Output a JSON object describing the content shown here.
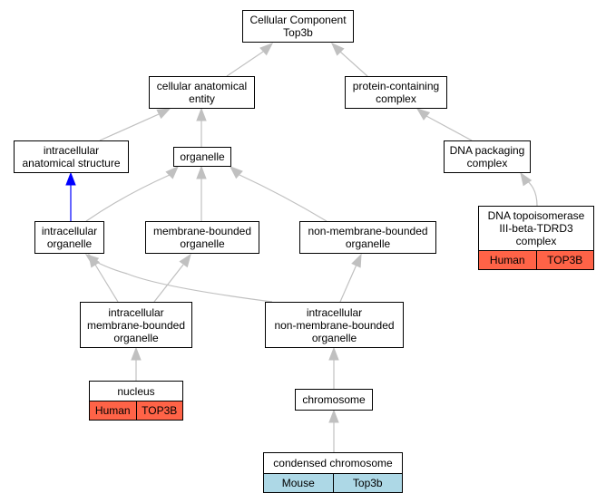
{
  "colors": {
    "edge": "#c0c0c0",
    "highlight_edge": "#0000ff",
    "human": "#ff6347",
    "mouse": "#add8e6"
  },
  "nodes": {
    "cellular_component": {
      "lines": [
        "Cellular Component",
        "Top3b"
      ]
    },
    "cellular_anatomical_entity": {
      "lines": [
        "cellular anatomical",
        "entity"
      ]
    },
    "protein_containing_complex": {
      "lines": [
        "protein-containing",
        "complex"
      ]
    },
    "intracellular_anatomical_structure": {
      "lines": [
        "intracellular",
        "anatomical structure"
      ]
    },
    "organelle": {
      "lines": [
        "organelle"
      ]
    },
    "dna_packaging_complex": {
      "lines": [
        "DNA packaging",
        "complex"
      ]
    },
    "intracellular_organelle": {
      "lines": [
        "intracellular",
        "organelle"
      ]
    },
    "membrane_bounded_organelle": {
      "lines": [
        "membrane-bounded",
        "organelle"
      ]
    },
    "non_membrane_bounded_organelle": {
      "lines": [
        "non-membrane-bounded",
        "organelle"
      ]
    },
    "dna_topoisomerase_complex": {
      "lines": [
        "DNA topoisomerase",
        "III-beta-TDRD3",
        "complex"
      ],
      "species": "Human",
      "gene": "TOP3B"
    },
    "intracellular_membrane_bounded_organelle": {
      "lines": [
        "intracellular",
        "membrane-bounded",
        "organelle"
      ]
    },
    "intracellular_non_membrane_bounded_organelle": {
      "lines": [
        "intracellular",
        "non-membrane-bounded",
        "organelle"
      ]
    },
    "nucleus": {
      "lines": [
        "nucleus"
      ],
      "species": "Human",
      "gene": "TOP3B"
    },
    "chromosome": {
      "lines": [
        "chromosome"
      ]
    },
    "condensed_chromosome": {
      "lines": [
        "condensed chromosome"
      ],
      "species": "Mouse",
      "gene": "Top3b"
    }
  }
}
